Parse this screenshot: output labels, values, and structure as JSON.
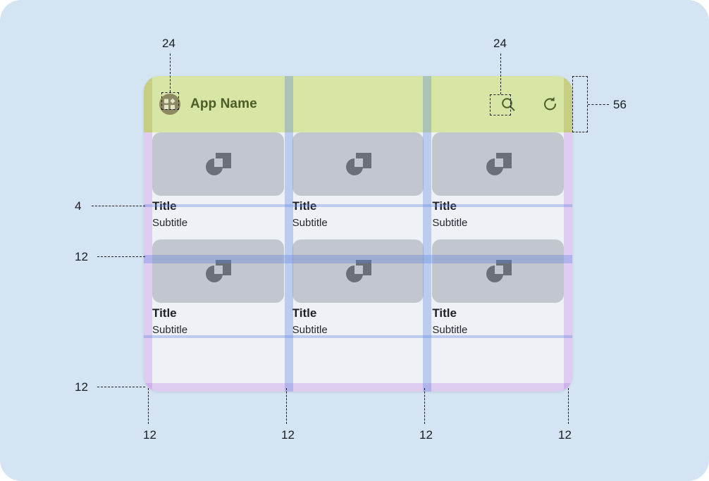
{
  "canvas": {
    "background_color": "#d4e4f2"
  },
  "app": {
    "bar": {
      "height_label": "56",
      "background_color": "#d7e6a4",
      "logo_icon": "app-logo-icon",
      "title": "App Name",
      "actions": [
        {
          "icon": "search-icon",
          "size_label": "24"
        },
        {
          "icon": "refresh-icon"
        }
      ]
    },
    "content": {
      "card_media_icon": "image-placeholder-icon",
      "rows": [
        {
          "cards": [
            {
              "title": "Title",
              "subtitle": "Subtitle"
            },
            {
              "title": "Title",
              "subtitle": "Subtitle"
            },
            {
              "title": "Title",
              "subtitle": "Subtitle"
            }
          ]
        },
        {
          "cards": [
            {
              "title": "Title",
              "subtitle": "Subtitle"
            },
            {
              "title": "Title",
              "subtitle": "Subtitle"
            },
            {
              "title": "Title",
              "subtitle": "Subtitle"
            }
          ]
        }
      ]
    }
  },
  "annotations": {
    "top": [
      {
        "value": "24",
        "target": "app-logo-size"
      },
      {
        "value": "24",
        "target": "search-icon-size"
      }
    ],
    "right": [
      {
        "value": "56",
        "target": "app-bar-height"
      }
    ],
    "left": [
      {
        "value": "4",
        "target": "media-to-title-gap"
      },
      {
        "value": "12",
        "target": "row-gap"
      },
      {
        "value": "12",
        "target": "bottom-padding"
      }
    ],
    "bottom": [
      {
        "value": "12",
        "target": "left-padding"
      },
      {
        "value": "12",
        "target": "column-gap-1"
      },
      {
        "value": "12",
        "target": "column-gap-2"
      },
      {
        "value": "12",
        "target": "right-padding"
      }
    ]
  },
  "colors": {
    "canvas": "#d4e4f2",
    "app_bar": "#d7e6a4",
    "app_bar_text": "#4d5c27",
    "surface": "#eef1f6",
    "media": "#c2c6ce",
    "media_icon": "#6b7078",
    "title_text": "#1d2025",
    "spacing_blue": "#5c85e0",
    "spacing_purple": "#a040e0",
    "annotation_text": "#191c21"
  }
}
